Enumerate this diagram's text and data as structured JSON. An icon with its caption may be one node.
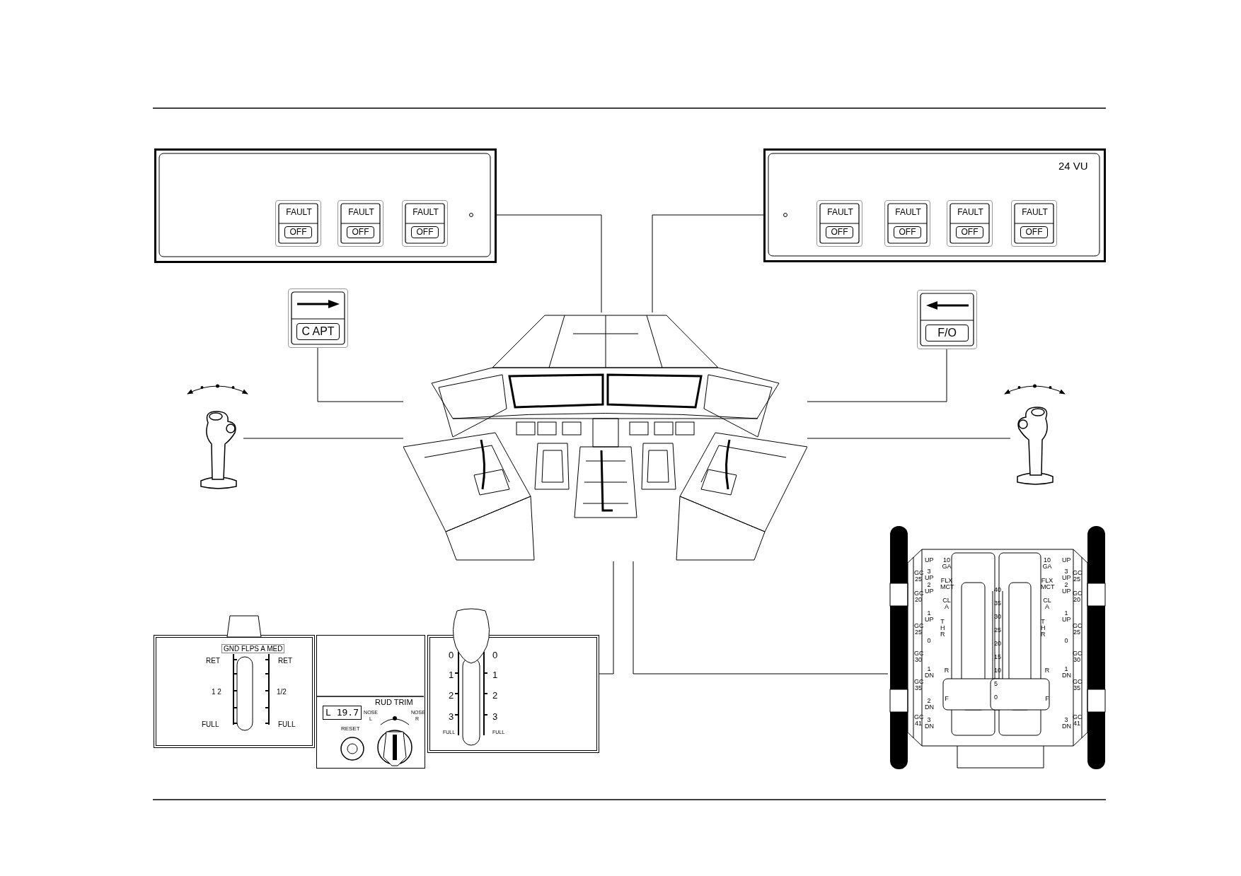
{
  "diagram": {
    "nodes": [
      {
        "text": [],
        "shape": "box"
      },
      {
        "text": [
          "FAULT",
          "OFF"
        ],
        "in": 0
      },
      {
        "text": [
          "FAULT",
          "OFF"
        ],
        "in": 0
      },
      {
        "text": [
          "FAULT",
          "OFF"
        ],
        "in": 0
      },
      {
        "text": [
          "24 VU"
        ]
      },
      {
        "text": [
          "FAULT",
          "OFF"
        ],
        "in": 4
      },
      {
        "text": [
          "FAULT",
          "OFF"
        ],
        "in": 4
      },
      {
        "text": [
          "FAULT",
          "OFF"
        ],
        "in": 4
      },
      {
        "text": [
          "FAULT",
          "OFF"
        ],
        "in": 4
      },
      {
        "text": [
          "C APT"
        ]
      },
      {
        "text": [
          "F/O"
        ]
      },
      {
        "text": [],
        "shape": "picture"
      },
      {
        "text": [],
        "shape": "picture"
      },
      {
        "text": [],
        "shape": "picture"
      },
      {
        "text": [
          "GND FLPS A MED",
          "RET",
          "RET",
          "1 2",
          "1/2",
          "FULL",
          "FULL"
        ]
      },
      {
        "text": [
          "RUD TRIM",
          "L 19.7",
          "NOSE L",
          "NOSE R",
          "RESET"
        ]
      },
      {
        "text": [
          "0",
          "1",
          "2",
          "3",
          "FULL",
          "0",
          "1",
          "2",
          "3",
          "FULL"
        ]
      },
      {
        "text": [
          "GC 25",
          "GC 20",
          "GC 25",
          "GC 30",
          "GC 35",
          "GC 41",
          "UP",
          "3 UP",
          "2 UP",
          "1 UP",
          "0",
          "1 DN",
          "2 DN",
          "3 DN",
          "10 GA",
          "FLX MCT",
          "CL A",
          "T H R",
          "R",
          "F",
          "40",
          "35",
          "30",
          "25",
          "20",
          "15",
          "10",
          "5",
          "0",
          "10 GA",
          "FLX MCT",
          "CL A",
          "T H R",
          "R",
          "F",
          "UP",
          "3 UP",
          "2 UP",
          "1 UP",
          "0",
          "1 DN",
          "3 DN",
          "GC 25",
          "GC 20",
          "GC 25",
          "GC 30",
          "GC 35",
          "GC 41"
        ]
      }
    ],
    "edges": [
      {
        "from": 0,
        "to": 12,
        "arrow": "none"
      },
      {
        "from": 4,
        "to": 12,
        "arrow": "none"
      },
      {
        "from": 9,
        "to": 12,
        "arrow": "none"
      },
      {
        "from": 10,
        "to": 12,
        "arrow": "none"
      },
      {
        "from": 11,
        "to": 12,
        "arrow": "none"
      },
      {
        "from": 13,
        "to": 12,
        "arrow": "none"
      },
      {
        "from": 16,
        "to": 12,
        "arrow": "none"
      },
      {
        "from": 17,
        "to": 12,
        "arrow": "none"
      }
    ]
  }
}
